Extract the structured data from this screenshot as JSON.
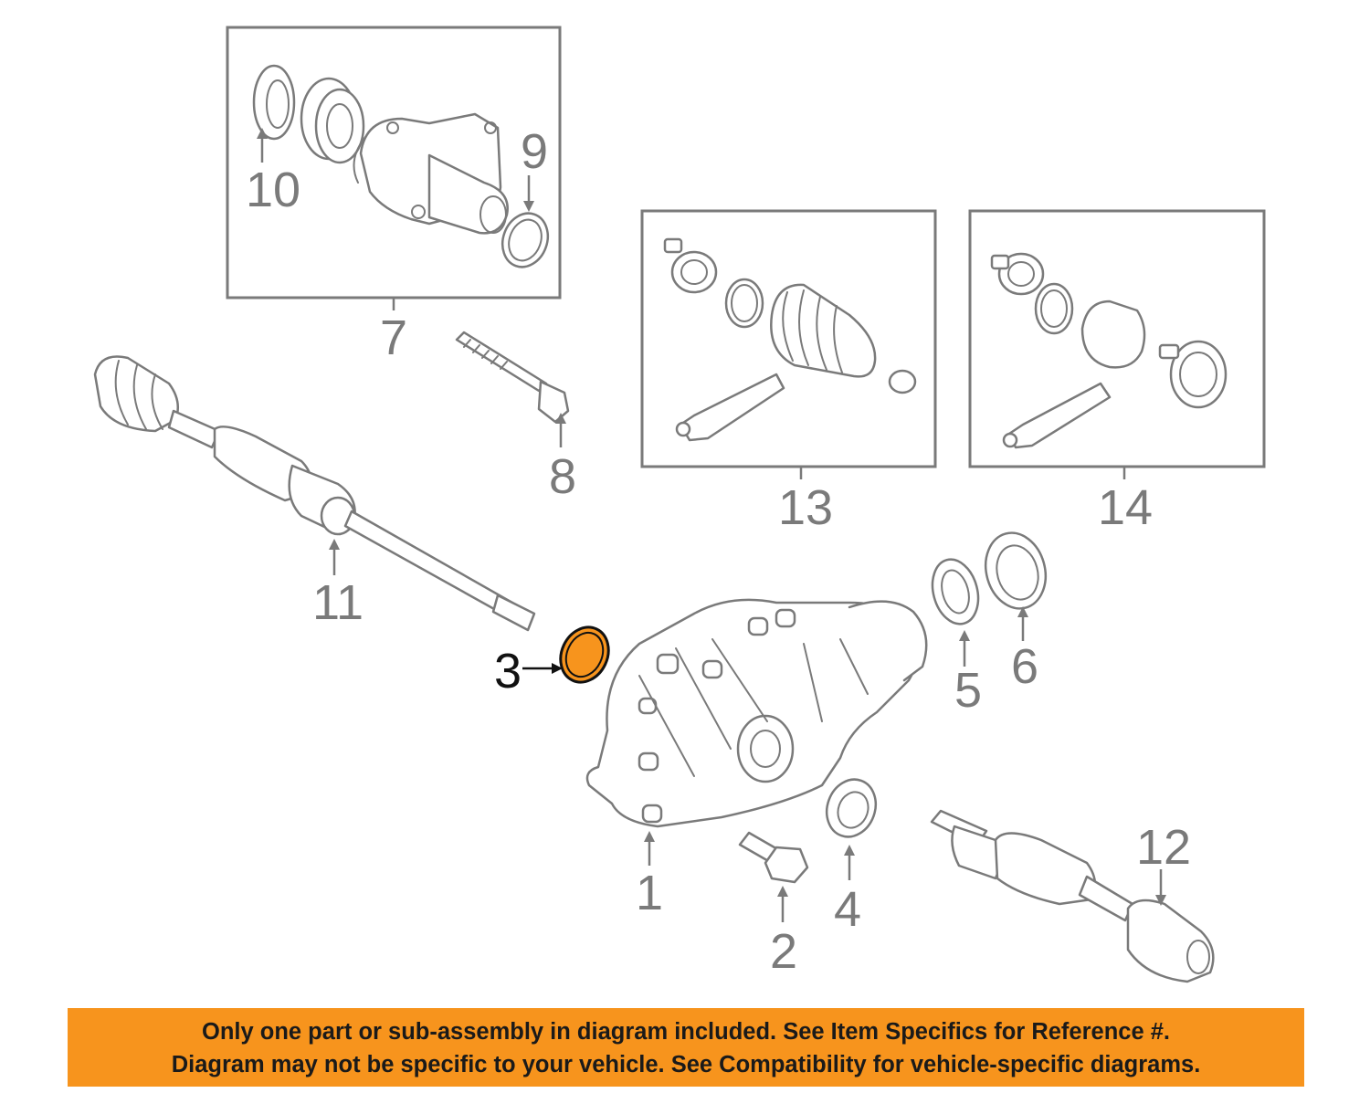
{
  "callouts": {
    "c1": "1",
    "c2": "2",
    "c3": "3",
    "c4": "4",
    "c5": "5",
    "c6": "6",
    "c7": "7",
    "c8": "8",
    "c9": "9",
    "c10": "10",
    "c11": "11",
    "c12": "12",
    "c13": "13",
    "c14": "14"
  },
  "highlighted_part": "3",
  "colors": {
    "highlight_fill": "#f7941d",
    "notice_background": "#f7941d",
    "line_art": "#7a7a7a"
  },
  "notice": {
    "line1": "Only one part or sub-assembly in diagram included. See Item Specifics for Reference #.",
    "line2": "Diagram may not be specific to your vehicle. See Compatibility for vehicle-specific diagrams."
  }
}
